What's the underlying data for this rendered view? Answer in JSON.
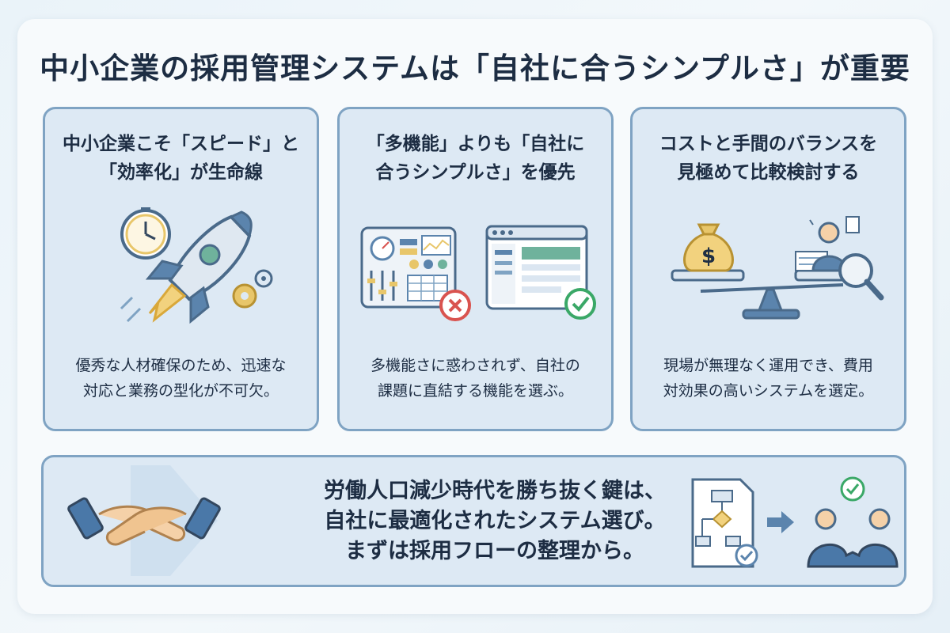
{
  "title": "中小企業の採用管理システムは「自社に合うシンプルさ」が重要",
  "cards": [
    {
      "heading": [
        "中小企業こそ「スピード」と",
        "「効率化」が生命線"
      ],
      "icons": [
        "clock-icon",
        "rocket-icon",
        "gear-icon"
      ],
      "body": [
        "優秀な人材確保のため、迅速な",
        "対応と業務の型化が不可欠。"
      ]
    },
    {
      "heading": [
        "「多機能」よりも「自社に",
        "合うシンプルさ」を優先"
      ],
      "icons": [
        "complex-dashboard-icon",
        "reject-icon",
        "simple-window-icon",
        "approve-icon"
      ],
      "body": [
        "多機能さに惑わされず、自社の",
        "課題に直結する機能を選ぶ。"
      ]
    },
    {
      "heading": [
        "コストと手間のバランスを",
        "見極めて比較検討する"
      ],
      "icons": [
        "money-bag-icon",
        "balance-scale-icon",
        "worried-person-icon",
        "magnifier-icon"
      ],
      "body": [
        "現場が無理なく運用でき、費用",
        "対効果の高いシステムを選定。"
      ]
    }
  ],
  "bottom": {
    "message": [
      "労働人口減少時代を勝ち抜く鍵は、",
      "自社に最適化されたシステム選び。",
      "まずは採用フローの整理から。"
    ],
    "icons": [
      "handshake-icon",
      "flowchart-document-icon",
      "arrow-right-icon",
      "team-check-icon"
    ]
  },
  "colors": {
    "card_background": "#dde9f4",
    "card_border": "#7fa3c3",
    "accent_blue": "#4a78a8",
    "accent_gold": "#e8c66a",
    "reject_red": "#d9534f",
    "approve_green": "#3aa867"
  }
}
